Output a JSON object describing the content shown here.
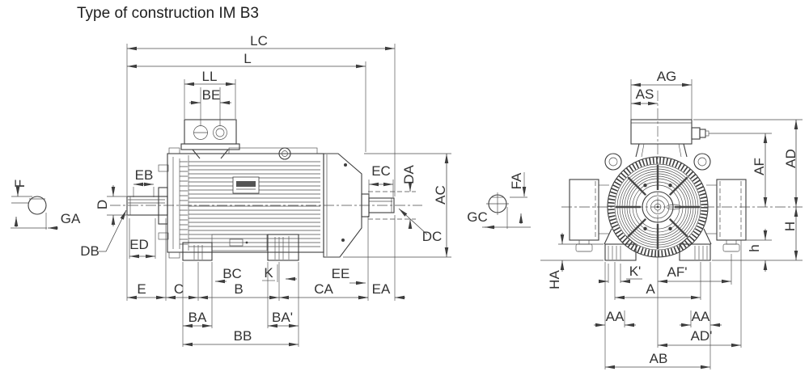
{
  "title": "Type of construction IM B3",
  "colors": {
    "background": "#ffffff",
    "line": "#3d3d3d",
    "text": "#333333"
  },
  "side_view": {
    "labels": {
      "LC": "LC",
      "L": "L",
      "LL": "LL",
      "BE": "BE",
      "EB": "EB",
      "EC": "EC",
      "D": "D",
      "ED": "ED",
      "DB": "DB",
      "F": "F",
      "GA": "GA",
      "DA": "DA",
      "AC": "AC",
      "DC": "DC",
      "E": "E",
      "C": "C",
      "BC": "BC",
      "B": "B",
      "K": "K",
      "CA": "CA",
      "EE": "EE",
      "EA": "EA",
      "BA": "BA",
      "BA_p": "BA'",
      "BB": "BB"
    }
  },
  "front_view": {
    "labels": {
      "AG": "AG",
      "AS": "AS",
      "FA": "FA",
      "GC": "GC",
      "AD": "AD",
      "AF": "AF",
      "H": "H",
      "h": "h",
      "HA": "HA",
      "K_p": "K'",
      "AF_p": "AF'",
      "A": "A",
      "AA_left": "AA",
      "AA_right": "AA",
      "AD_p": "AD'",
      "AB": "AB"
    }
  }
}
